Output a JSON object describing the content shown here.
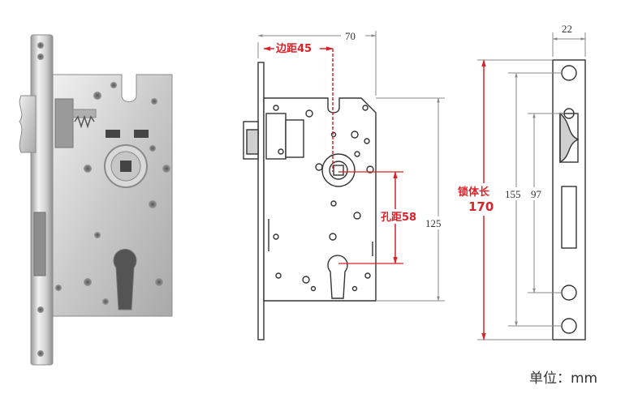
{
  "front_view": {
    "width_dimension": "70",
    "backset_label": "边距45",
    "center_distance_label": "孔距58",
    "body_height_dimension": "125"
  },
  "side_view": {
    "thickness_dimension": "22",
    "faceplate_length_label": "锁体长",
    "faceplate_length_value": "170",
    "outer_screw_spacing": "155",
    "inner_screw_spacing": "97"
  },
  "unit_label": "单位：mm",
  "colors": {
    "line": "#333333",
    "red": "#d8232a",
    "dimension_gray": "#8a8a8a",
    "metal_light": "#e8e8e8",
    "metal_mid": "#c2c2c2",
    "metal_dark": "#7d7d7d"
  }
}
